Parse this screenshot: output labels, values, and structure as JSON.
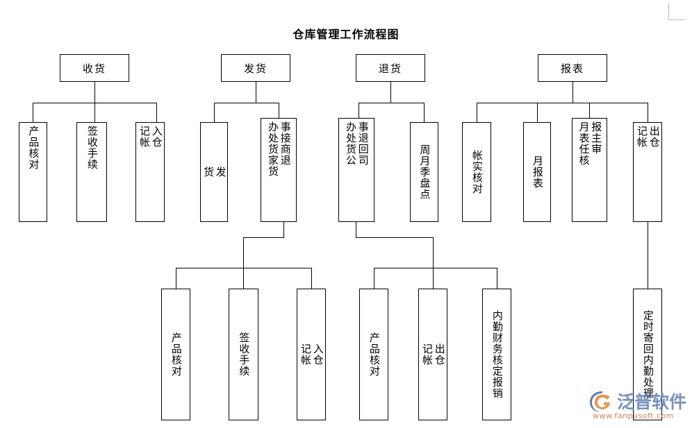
{
  "document": {
    "title": "仓库管理工作流程图"
  },
  "watermark": {
    "brand": "泛普软件",
    "url": "www.fanpusoft.com"
  },
  "chart_data": {
    "type": "diagram",
    "diagram_kind": "org-chart / flowchart",
    "title": "仓库管理工作流程图",
    "orientation": "top-down, vertical CJK text in leaf boxes",
    "nodes": [
      {
        "id": "n1",
        "label": "收货",
        "level": 1,
        "text_mode": "horizontal"
      },
      {
        "id": "n2",
        "label": "发货",
        "level": 1,
        "text_mode": "horizontal"
      },
      {
        "id": "n3",
        "label": "退货",
        "level": 1,
        "text_mode": "horizontal"
      },
      {
        "id": "n4",
        "label": "报表",
        "level": 1,
        "text_mode": "horizontal"
      },
      {
        "id": "n11",
        "label": "产品核对",
        "level": 2,
        "text_mode": "vertical",
        "parent": "n1"
      },
      {
        "id": "n12",
        "label": "签收手续",
        "level": 2,
        "text_mode": "vertical",
        "parent": "n1"
      },
      {
        "id": "n13",
        "label": "入仓\n记帐",
        "level": 2,
        "text_mode": "vertical",
        "parent": "n1"
      },
      {
        "id": "n21",
        "label": "发\n货",
        "level": 2,
        "text_mode": "vertical",
        "parent": "n2"
      },
      {
        "id": "n22",
        "label_right": "事接商退",
        "label_left": "办处货家货",
        "level": 2,
        "text_mode": "vertical-2col",
        "parent": "n2"
      },
      {
        "id": "n31",
        "label_right": "事退回司",
        "label_left": "办处货公",
        "level": 2,
        "text_mode": "vertical-2col",
        "parent": "n3"
      },
      {
        "id": "n32",
        "label": "周月季盘点",
        "level": 2,
        "text_mode": "vertical",
        "parent": "n3"
      },
      {
        "id": "n41",
        "label": "帐实核对",
        "level": 2,
        "text_mode": "vertical",
        "parent": "n4"
      },
      {
        "id": "n42",
        "label": "月报表",
        "level": 2,
        "text_mode": "vertical",
        "parent": "n4"
      },
      {
        "id": "n43",
        "label_right": "报主审",
        "label_left": "月表任核",
        "level": 2,
        "text_mode": "vertical-2col",
        "parent": "n4"
      },
      {
        "id": "n44",
        "label": "出仓\n记帐",
        "level": 2,
        "text_mode": "vertical",
        "parent": "n4"
      },
      {
        "id": "n221",
        "label": "产品核对",
        "level": 3,
        "text_mode": "vertical",
        "parent": "n22"
      },
      {
        "id": "n222",
        "label": "签收手续",
        "level": 3,
        "text_mode": "vertical",
        "parent": "n22"
      },
      {
        "id": "n223",
        "label": "入仓\n记帐",
        "level": 3,
        "text_mode": "vertical",
        "parent": "n22"
      },
      {
        "id": "n311",
        "label": "产品核对",
        "level": 3,
        "text_mode": "vertical",
        "parent": "n31"
      },
      {
        "id": "n312",
        "label": "出仓\n记帐",
        "level": 3,
        "text_mode": "vertical",
        "parent": "n31"
      },
      {
        "id": "n313",
        "label": "内勤财务核定报销",
        "level": 3,
        "text_mode": "vertical",
        "parent": "n31"
      },
      {
        "id": "n441",
        "label": "定时寄回内勤处理",
        "level": 3,
        "text_mode": "vertical",
        "parent": "n44"
      }
    ],
    "edges": [
      {
        "from": "n1",
        "to": [
          "n11",
          "n12",
          "n13"
        ]
      },
      {
        "from": "n2",
        "to": [
          "n21",
          "n22"
        ]
      },
      {
        "from": "n3",
        "to": [
          "n31",
          "n32"
        ]
      },
      {
        "from": "n4",
        "to": [
          "n41",
          "n42",
          "n43",
          "n44"
        ]
      },
      {
        "from": "n22",
        "to": [
          "n221",
          "n222",
          "n223"
        ]
      },
      {
        "from": "n31",
        "to": [
          "n311",
          "n312",
          "n313"
        ]
      },
      {
        "from": "n44",
        "to": [
          "n441"
        ]
      }
    ],
    "style": {
      "box_fill": "#ffffff",
      "box_stroke": "#000000",
      "text_color": "#000000",
      "background": "#ffffff"
    }
  }
}
